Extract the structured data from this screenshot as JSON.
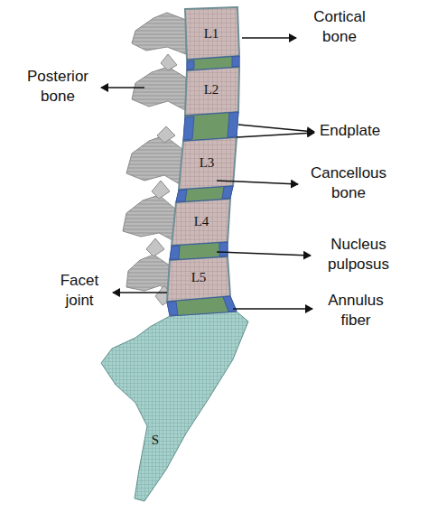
{
  "diagram": {
    "labels": [
      "Cortical bone",
      "Posterior bone",
      "Endplate",
      "Cancellous bone",
      "L1",
      "L2",
      "L3",
      "L4",
      "L5",
      "Nucleus pulposus",
      "Facet joint",
      "Annulus fiber",
      "S"
    ]
  }
}
